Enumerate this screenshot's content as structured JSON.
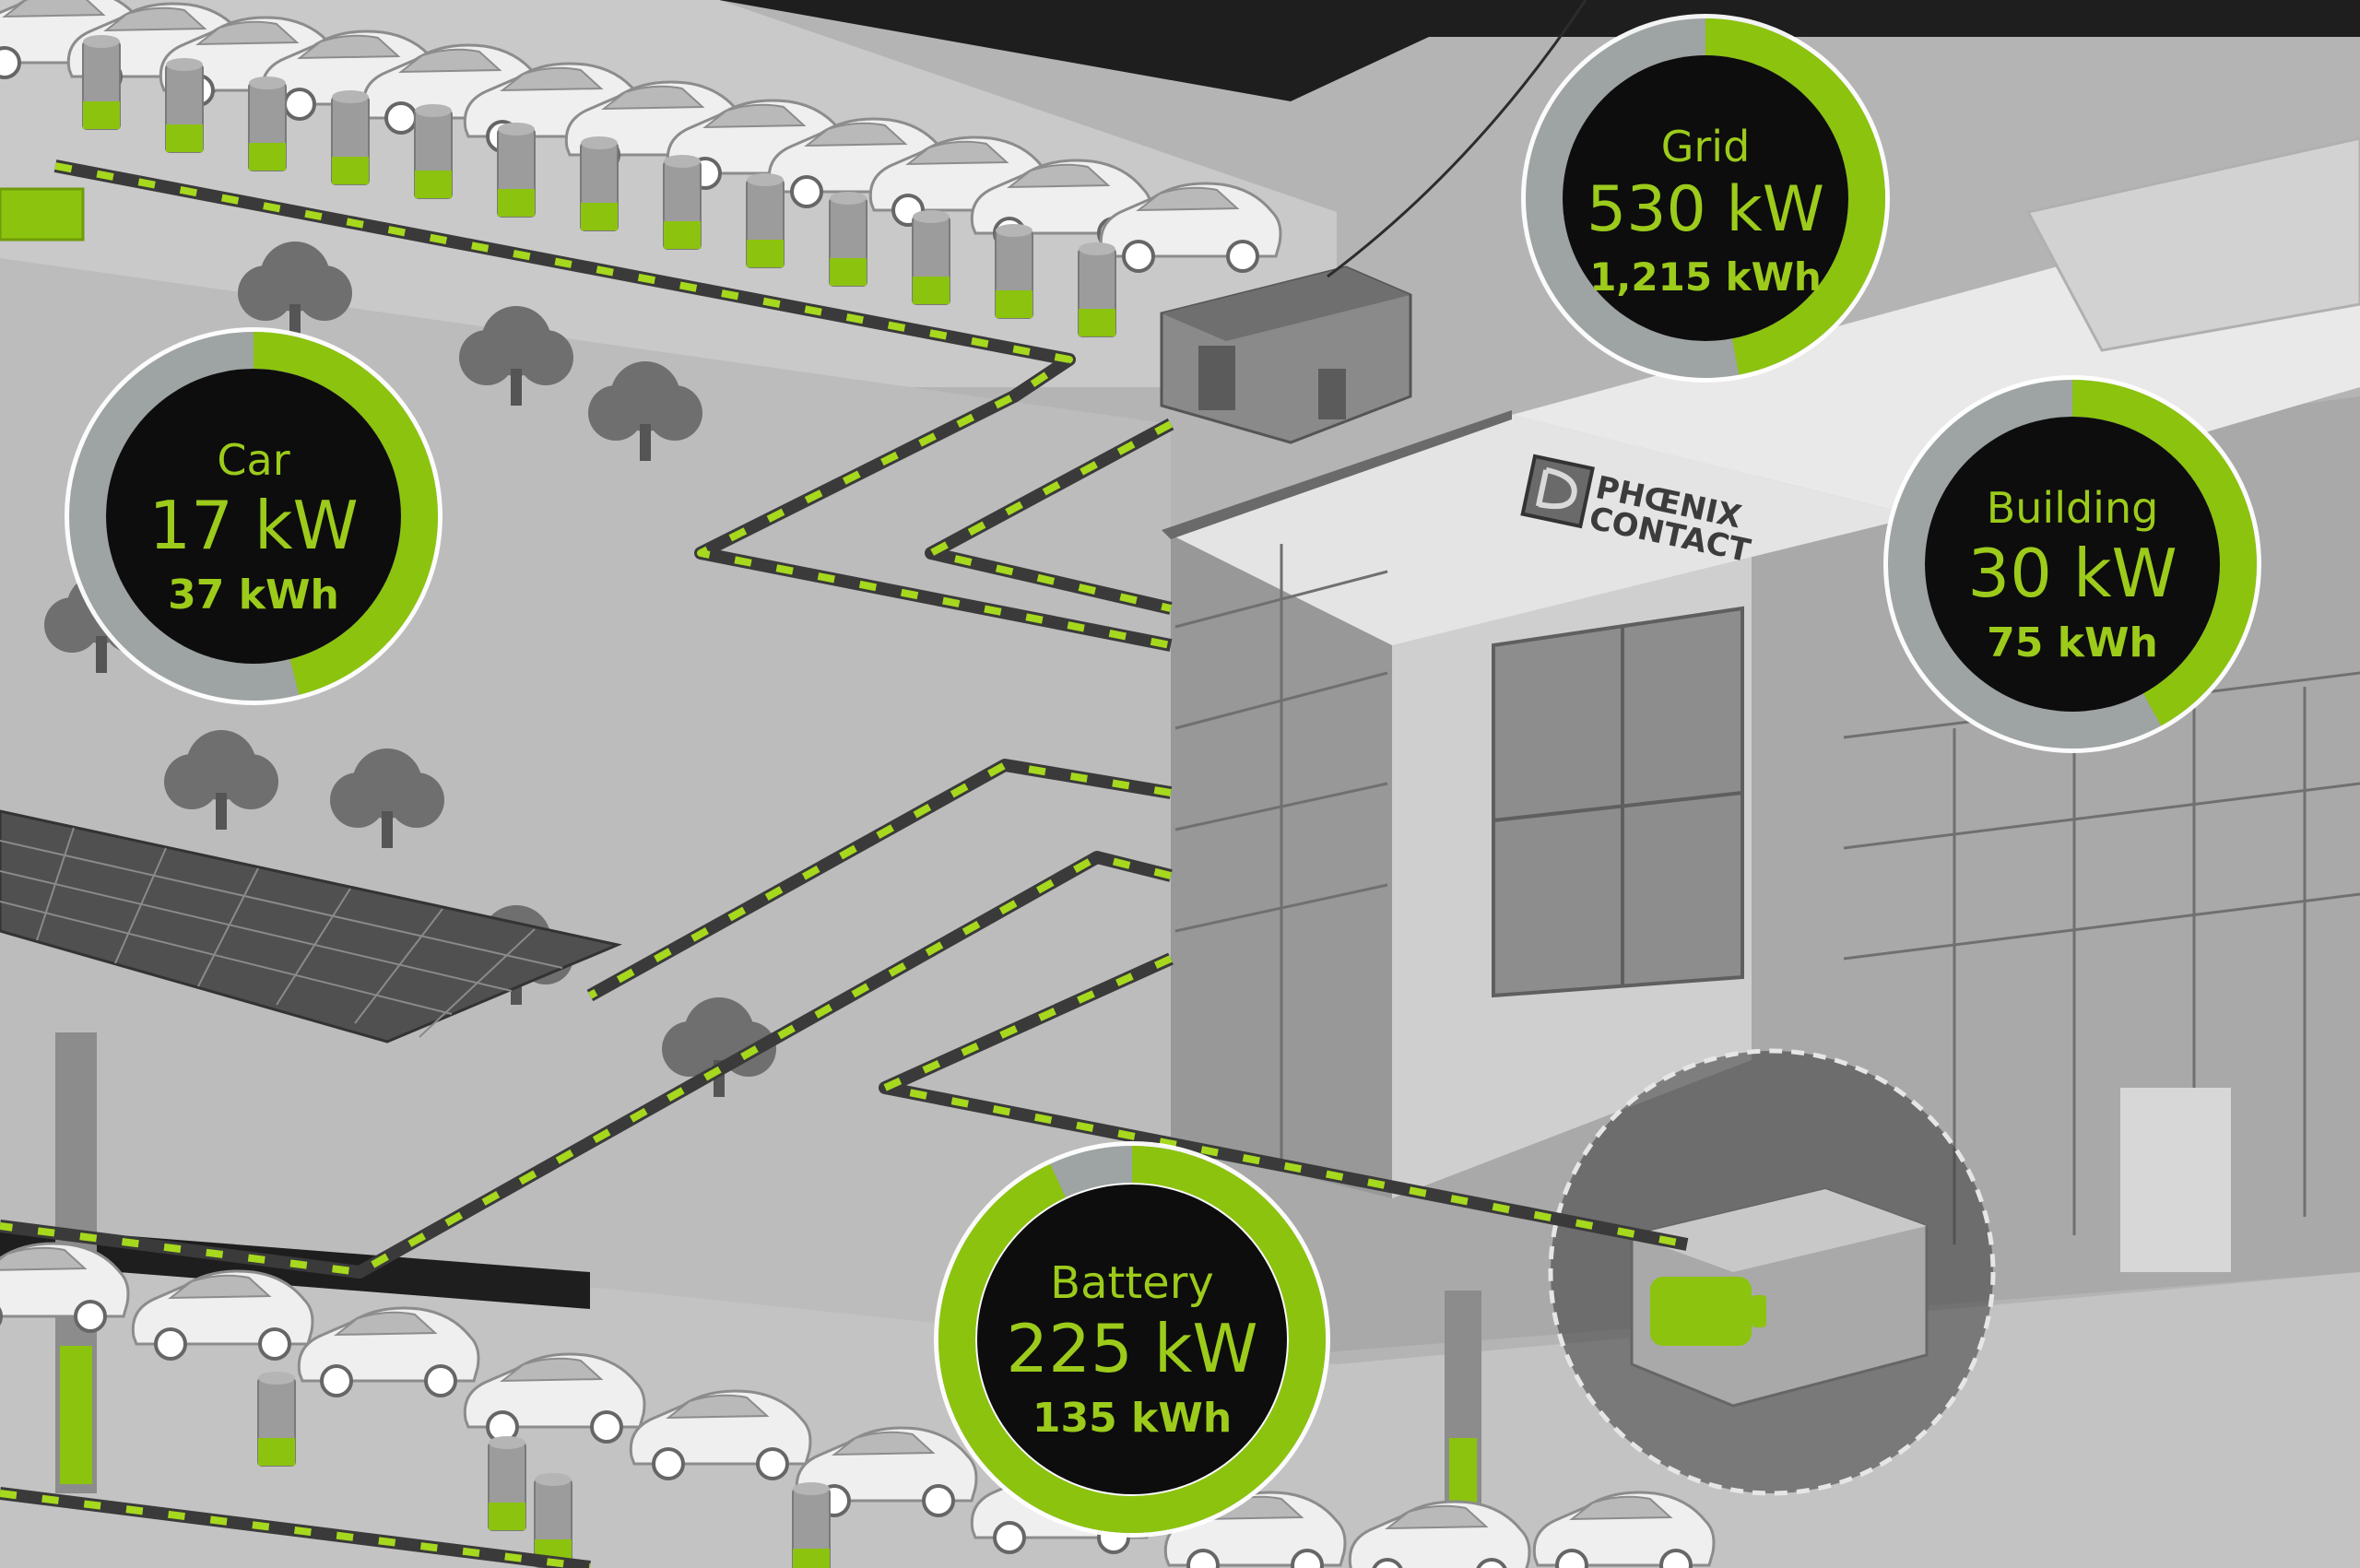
{
  "colors": {
    "accent": "#8cc30f",
    "gauge_ring_bg": "#9ea3a4",
    "gauge_face": "#0d0d0d",
    "ground": "#b7b7b7",
    "street": "#c6c6c6",
    "building": "#a8a8a8",
    "roof": "#e6e6e6"
  },
  "logo": {
    "line1": "PHŒNIX",
    "line2": "CONTACT"
  },
  "gauges": {
    "grid": {
      "label": "Grid",
      "power": "530 kW",
      "energy": "1,215 kWh",
      "fill": 0.47
    },
    "car": {
      "label": "Car",
      "power": "17 kW",
      "energy": "37 kWh",
      "fill": 0.46
    },
    "building": {
      "label": "Building",
      "power": "30 kW",
      "energy": "75 kWh",
      "fill": 0.42
    },
    "battery": {
      "label": "Battery",
      "power": "225 kW",
      "energy": "135 kWh",
      "fill": 0.93
    }
  }
}
